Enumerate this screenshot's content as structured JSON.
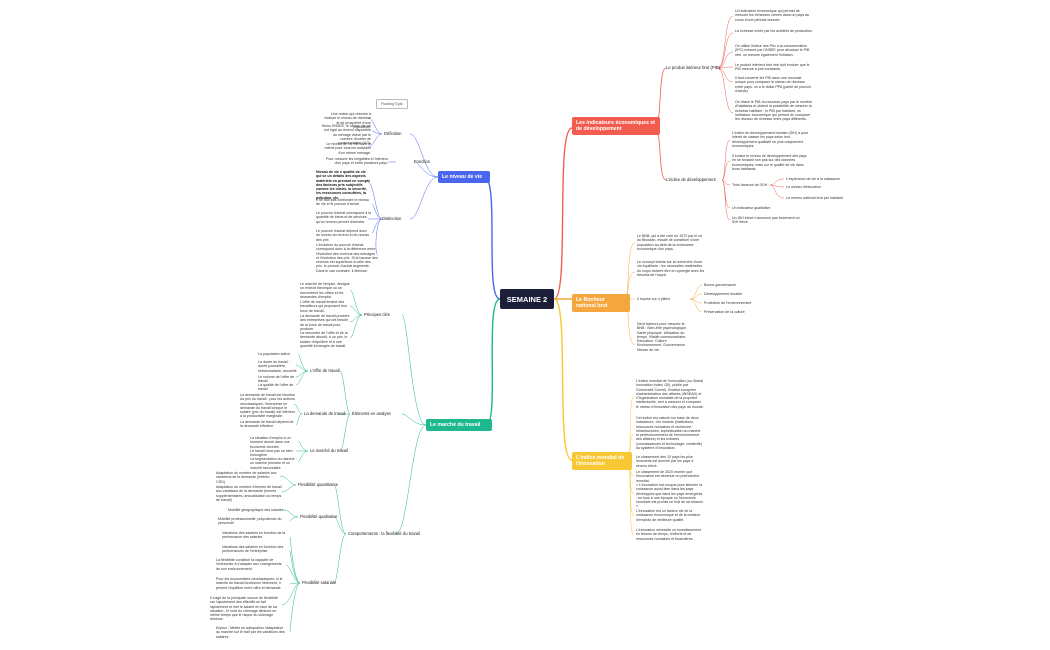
{
  "central": "SEMAINE 2",
  "floating_topic": "Floating Topic",
  "branches": {
    "econ": {
      "title": "Les indicateurs économiques et de développement",
      "pib": "Le produit intérieur brut (PIB)",
      "pib_items": [
        "Un indicateur économique qui permet de mesurer les richesses créées dans un pays au cours d'une période donnée.",
        "La richesse créée par les activités de production.",
        "On utilise l'indice des Prix à la consommation (IPC) mesuré par l'INSEE pour dévaluer le PIB réel, on mesure également l'inflation.",
        "Le produit intérieur brut réel doit évoluer que le PIB mesuré à prix constants.",
        "Il faut convertir les PIB dans une monnaie unique pour comparer le niveau de richesse entre pays, on a le dollar PPA (parité de pouvoir d'achat).",
        "On divise le PIB du nouveau pays par le nombre d'habitants et obtient la possibilité de mesurer la richesse habitant : le PIB par habitant, un indicateur économique qui permet de comparer les niveaux de richesse entre pays différents."
      ],
      "idh": "L'indice de développement",
      "idh_items": [
        "L'indice de développement humain (IDH) a pour intérêt de classer les pays selon leur développement qualitatif en plus uniquement économiques.",
        "Il évalue le niveau de développement des pays en se fondant non pas sur des données économiques, mais sur le qualité de vie dans leurs habitants.",
        "Trois facteurs de l'IDH :",
        "Un indicateur qualitative",
        "Un IDH élevé n'annonce pas forcément un IDH élevé."
      ],
      "idh_factors": [
        "L'espérance de vie à la naissance",
        "Le niveau d'éducation",
        "Le revenu national brut par habitant"
      ]
    },
    "bnb": {
      "title": "Le Bonheur national brut",
      "items": [
        "Le BNB, qui a été créé en 1972 par le roi du Bhoutan, essaie de constituer d'une population au-delà de la croissance économique d'un pays.",
        "Le concept insiste sur la recherche d'une vie équilibrée : les nécessités matérielles du corps doivent être en synergie avec les besoins de l'esprit.",
        "Il repose sur 4 piliers",
        "Neuf facteurs pour mesurer le BNB : Bien-être psychologique. Santé physique. Utilisation du temps. Vitalité communautaire. Education. Culture. Environnement. Gouvernance. Niveau de vie."
      ],
      "pillars": [
        "Bonne gouvernance",
        "Développement durable",
        "Protection de l'environnement",
        "Préservation de la culture"
      ]
    },
    "innov": {
      "title": "L'indice mondial de l'innovation",
      "items": [
        "L'indice mondial de l'innovation (ou Global Innovation Index, GII), publié par l'Université Cornell, l'Institut européen d'administration des affaires (INSEAD) et l'Organisation mondiale de la propriété intellectuelle, sert à mesurer et comparer le niveau d'innovation des pays du monde.",
        "Cet indice est calculé sur base de deux indicateurs : les intrants (institutions, ressources humaines et recherche, infrastructures, sophistication du marché et perfectionnement de l'environnement des affaires) et les extrants (connaissances et technologie, créativité) du système d'innovation.",
        "Le classement des 10 pays les plus innovants est dominé par les pays à revenu élevé.",
        "Le classement de 2020 montre que l'innovation est devenue un phénomène mondial.",
        "« L'innovation est conçue pour stimuler la croissance aussi bien dans les pays développés que dans les pays émergents ; en tous à une époque où l'économie mondiale est promis un fruit de sa relance. »",
        "L'innovation est un facteur clé de la croissance économique et de la création d'emplois de meilleure qualité.",
        "L'innovation nécessite un investissement en termes de temps, d'efforts et de ressources humaines et financières."
      ]
    },
    "niveau": {
      "title": "Le niveau de vie",
      "definition": "Définition",
      "def_items": [
        "Une notion qui cherche à évaluer le niveau de richesse et de prospérité d'une population.",
        "Selon l'INSEE, le niveau de vie est égal au revenu disponible du ménage divisé par le nombre d'unités de consommation (UC).",
        "Le niveau de vie est donc le même pour tous les individus d'un même ménage."
      ],
      "fonction": "Fonction",
      "fonction_item": "Pour mesurer les inégalités à l'intérieur d'un pays et entre plusieurs pays.",
      "distinction": "Distinction",
      "dist_items": [
        "Niveau de vie ≠ qualité de vie qui se un détails des aspects matériels en prenant en compte des facteurs pris subjectifs comme les loisirs, la sécurité, les ressources consultées, la pollution, etc.",
        "Il ne faut pas confondre le niveau de vie et le pouvoir d'achat.",
        "Le pouvoir d'achat correspond à la quantité de biens et de services qu'un revenu permet d'acheter.",
        "Le pouvoir d'achat dépend donc du niveau du revenu et du niveau des prix.",
        "L'évolution du pouvoir d'achat correspond donc à la différence entre l'évolution des revenus des ménages et l'évolution des prix. Si la hausse des revenus est supérieure à celle des prix, le pouvoir d'achat augmente. Dans le cas contraire, il diminue."
      ]
    },
    "travail": {
      "title": "Le marché du travail",
      "principes": "Principes clés",
      "principes_items": [
        "Le marché de l'emploi, désigne un endroit théorique où se rencontrent les offres et les demandes d'emploi.",
        "L'offre de travail émane des travailleurs qui proposent leur force de travail.",
        "La demande de travail provient des entreprises qui ont besoin de la force de travail pour produire.",
        "La rencontre de l'offre et de la demande aboutit, à un prix, le salaire d'équilibre et à une quantité échangée de travail."
      ],
      "elements": "Éléments en analyse",
      "offre": "L'offre de travail",
      "offre_items": [
        "La population active",
        "La durée du travail : durée journalière, hebdomadaire, annuelle",
        "Le volume de l'offre de travail",
        "La qualité de l'offre de travail"
      ],
      "demande": "La demande de travail",
      "demande_items": [
        "La demande de travail est fonction du prix du travail : pour les acteurs néoclassiques, l'entreprise ne demande du travail lorsque le salaire (prix du travail) est inférieur à la productivité marginale.",
        "La demande de travail dépend de la demande effective."
      ],
      "marche": "Le marché du travail",
      "marche_items": [
        "La situation d'emploi à un moment donné dans une économie donnée.",
        "Le travail n'est pas un bien homogène",
        "La segmentation du marché : un marché primaire et un marché secondaire"
      ],
      "comportements": "Comportements : la flexibilité du travail",
      "quant": "Flexibilité quantitative",
      "quant_items": [
        "Adaptation du nombre de salariés aux variations de la demande (Intérim, CDD)",
        "Adaptation du nombre d'heures de travail aux variations de la demande (heures supplémentaires, annualisation du temps de travail)"
      ],
      "qual": "Flexibilité qualitative",
      "qual_items": [
        "Mobilité géographique des salariés",
        "Mobilité professionnelle, polyvalence du personnel"
      ],
      "sal": "Flexibilité salariale",
      "sal_items": [
        "Variations des salaires en fonction de la performance des salariés",
        "Variations des salaires en fonction des performances de l'entreprise"
      ],
      "flex_extra": [
        "La flexibilité constitue la capacité de l'entreprise à s'adapter aux changements de son environnement.",
        "Pour les économistes néoclassiques, si le marché du travail fonctionne librement, il permet l'équilibre entre offre et demande.",
        "Il s'agit de la principale source de flexibilité car l'ajustement des effectifs se fait rapidement et met le salarié en face de sa situation ; le coût du chômage diminue en même temps que le risque du chômage diminue.",
        "Enjeux : Mettre en adéquation l'adaptation du marché sur le trait par les variations des salaires."
      ]
    }
  }
}
